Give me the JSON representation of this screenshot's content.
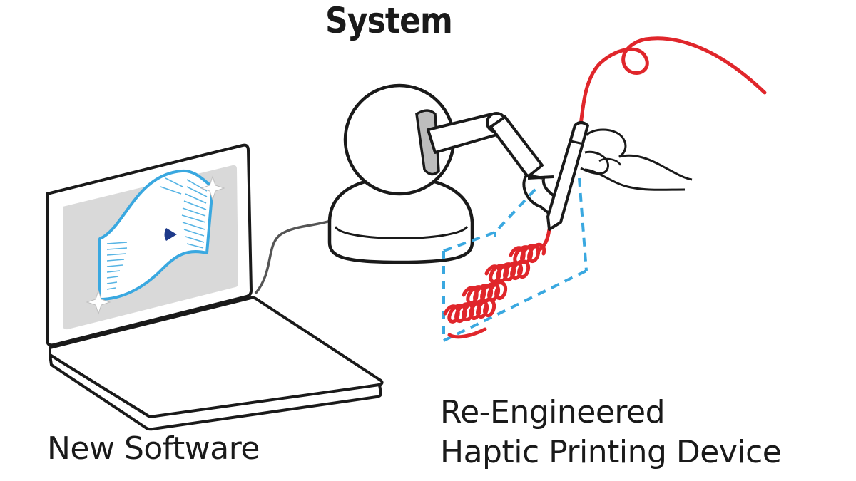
{
  "title": "System",
  "labels": {
    "software": "New Software",
    "device_line1": "Re-Engineered",
    "device_line2": "Haptic Printing Device"
  },
  "colors": {
    "outline": "#1a1a1a",
    "screen_fill": "#d9d9d9",
    "surface_stroke": "#3aa8e0",
    "thread": "#e0262b",
    "cursor": "#1e3a8a",
    "dashed_guide": "#3aa8e0"
  },
  "icons": {
    "laptop": "laptop-icon",
    "haptic_device": "haptic-device-icon",
    "hand": "hand-icon",
    "stylus": "stylus-icon",
    "thread": "thread-icon",
    "cursor": "cursor-icon",
    "sparkle": "sparkle-icon"
  }
}
